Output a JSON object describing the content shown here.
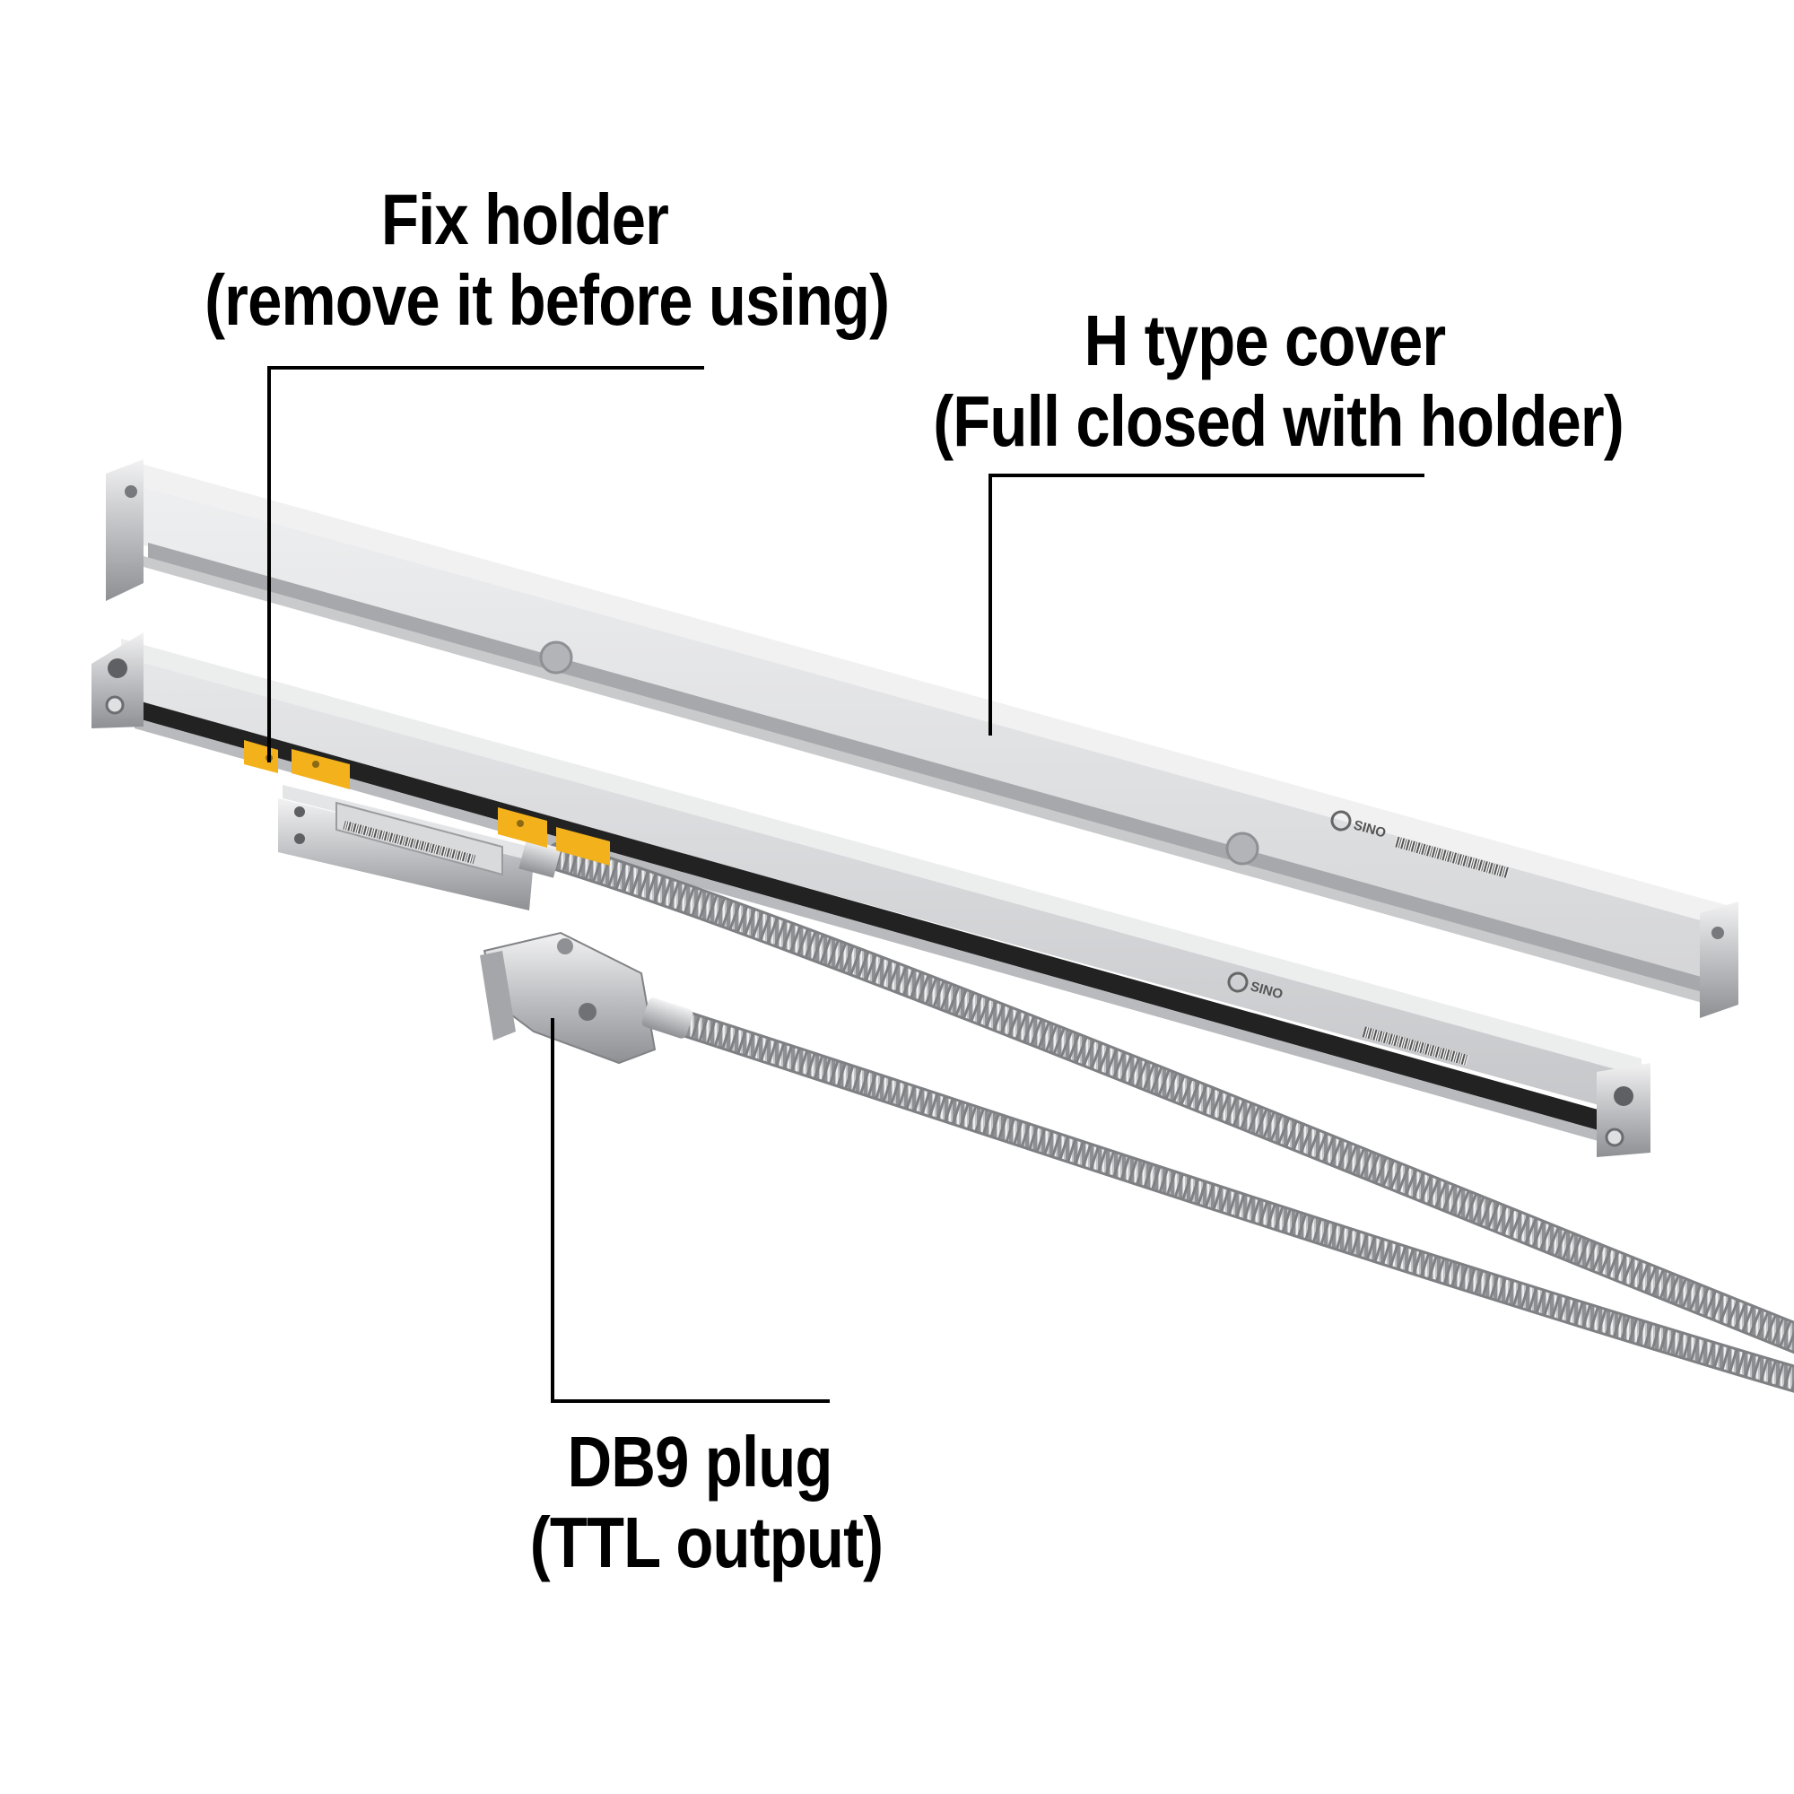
{
  "annotations": {
    "fix_holder": {
      "line1": "Fix holder",
      "line2": "(remove it before using)"
    },
    "h_type_cover": {
      "line1": "H type cover",
      "line2": "(Full closed with holder)"
    },
    "db9_plug": {
      "line1": "DB9 plug",
      "line2": "(TTL output)"
    }
  },
  "product": {
    "brand_cover": "SINO",
    "brand_scale": "SINO"
  },
  "colors": {
    "aluminum": "#d9dadc",
    "aluminum_shadow": "#a9abae",
    "holder": "#f3b21c",
    "rubber_seal": "#1f1f1f",
    "steel_hose": "#b8b9bb",
    "chrome": "#c9cacc"
  },
  "icons": [
    "sino-logo-icon",
    "db9-connector-icon",
    "barcode-icon"
  ]
}
